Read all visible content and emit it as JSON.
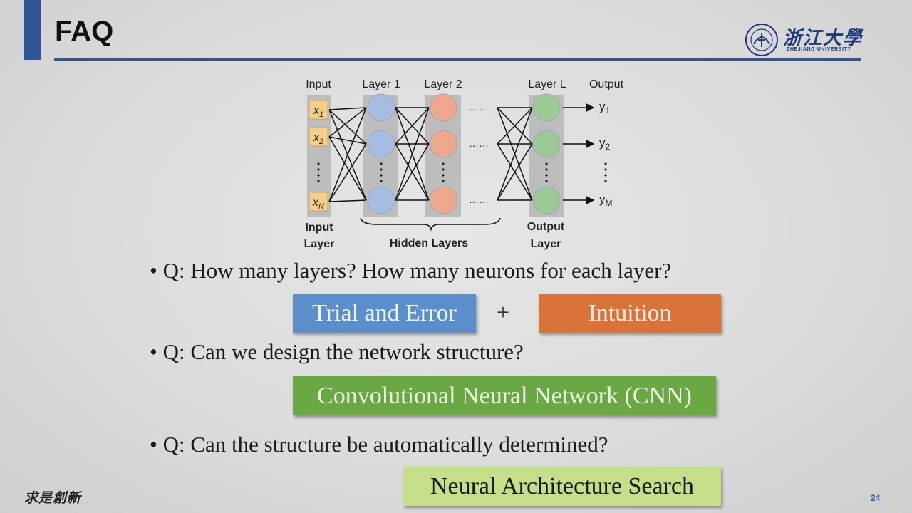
{
  "header": {
    "title": "FAQ",
    "logo_cn": "浙江大學",
    "logo_en": "ZHEJIANG UNIVERSITY"
  },
  "diagram": {
    "col_labels": [
      "Input",
      "Layer 1",
      "Layer 2",
      "Layer L",
      "Output"
    ],
    "inputs": [
      "x",
      "x",
      "x"
    ],
    "input_subs": [
      "1",
      "2",
      "N"
    ],
    "outputs": [
      "y",
      "y",
      "y"
    ],
    "output_subs": [
      "1",
      "2",
      "M"
    ],
    "dots": "……",
    "input_layer_label": [
      "Input",
      "Layer"
    ],
    "hidden_layers_label": "Hidden Layers",
    "output_layer_label": [
      "Output",
      "Layer"
    ]
  },
  "questions": [
    {
      "text": "• Q: How many layers? How many neurons for each layer?",
      "answers": [
        "Trial and Error",
        "Intuition"
      ],
      "joiner": "+"
    },
    {
      "text": "• Q: Can we design the network structure?",
      "answers": [
        "Convolutional Neural Network (CNN)"
      ]
    },
    {
      "text": "• Q: Can the structure be automatically determined?",
      "answers": [
        "Neural Architecture Search"
      ]
    }
  ],
  "colors": {
    "accent": "#2f5597",
    "trial_box": "#5b8fcc",
    "intuition_box": "#d9733a",
    "cnn_box": "#6aa843",
    "nas_box": "#c5de8a",
    "neuron_blue": "#a4bde0",
    "neuron_orange": "#eda78c",
    "neuron_green": "#9cc996",
    "input_box": "#f3cf8a"
  },
  "footer": {
    "motto": "求是創新",
    "page": "24"
  }
}
